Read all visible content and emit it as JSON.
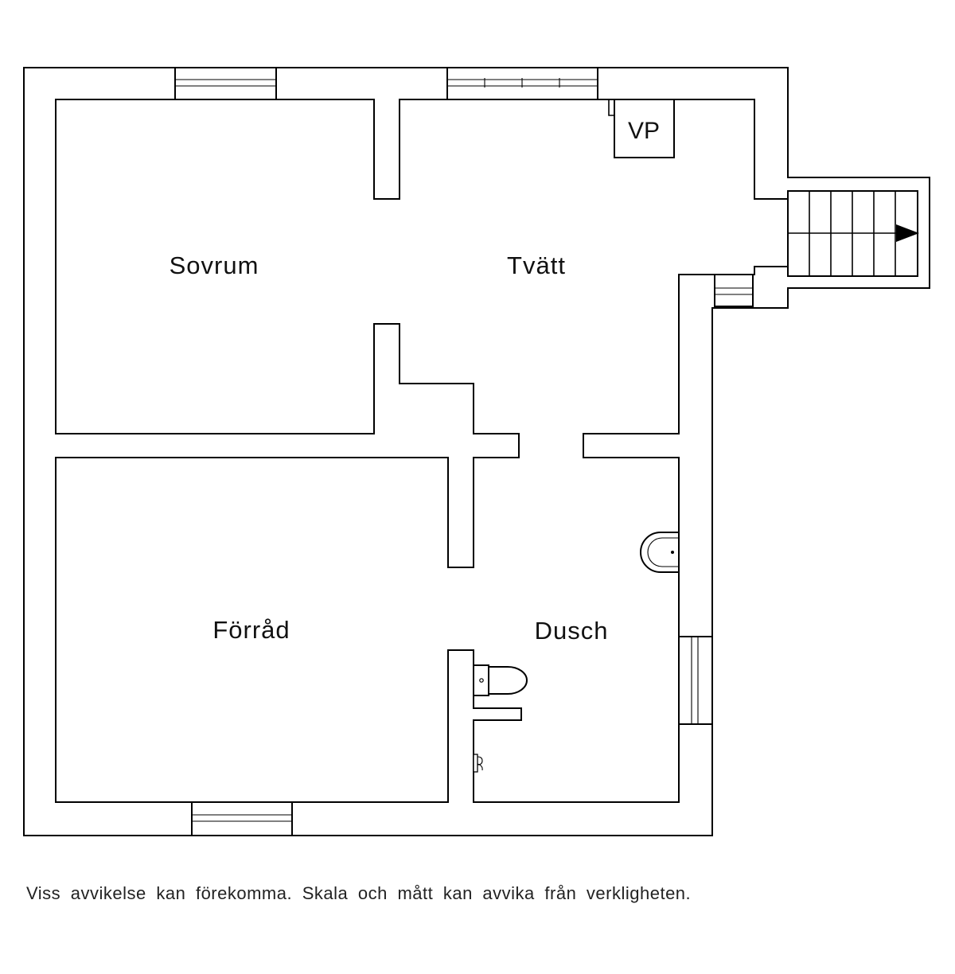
{
  "rooms": {
    "sovrum": "Sovrum",
    "tvatt": "Tvätt",
    "forrad": "Förråd",
    "dusch": "Dusch"
  },
  "heat_pump_label": "VP",
  "disclaimer": "Viss avvikelse kan förekomma. Skala och mått kan avvika från verkligheten.",
  "colors": {
    "line": "#000000",
    "background": "#ffffff"
  },
  "icons": [
    "stair-arrow-icon",
    "sink-icon",
    "toilet-icon",
    "shower-icon",
    "window-icon"
  ]
}
